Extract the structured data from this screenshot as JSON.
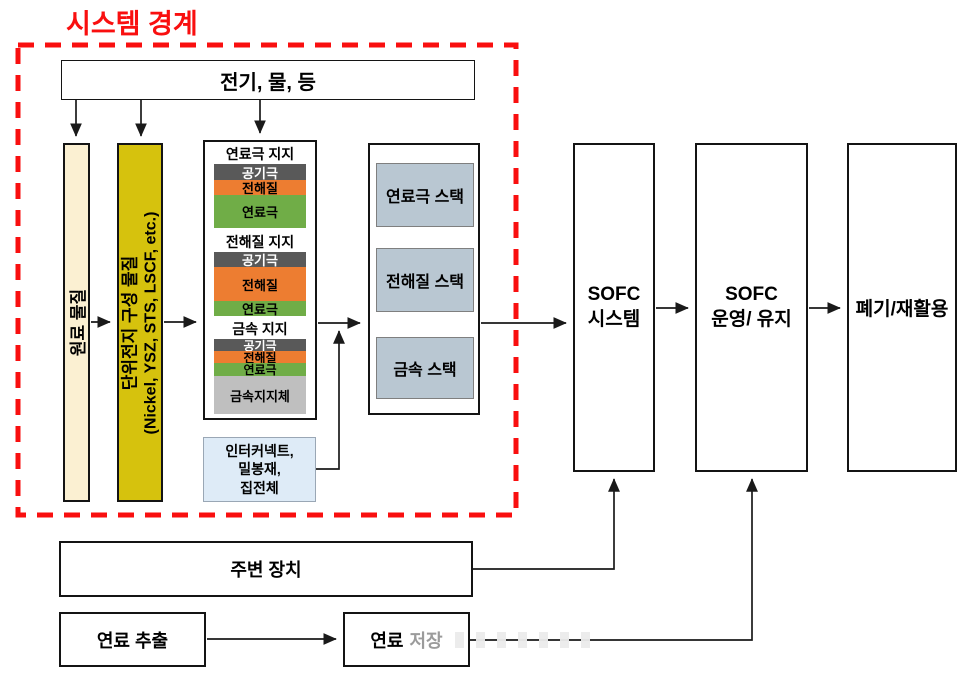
{
  "title": "시스템 경계",
  "colors": {
    "boundary_red": "#F90F0F",
    "raw_material_fill": "#FBF0D2",
    "unit_cell_fill": "#D6C20D",
    "air_electrode_fill": "#595959",
    "electrolyte_fill": "#ED7D31",
    "fuel_electrode_fill": "#70AD47",
    "metal_support_fill": "#BFBFBF",
    "stack_item_fill": "#B9C7D2",
    "interconnect_fill": "#DEEBF7"
  },
  "top_box": {
    "label": "전기, 물, 등"
  },
  "raw_material": {
    "label": "원료 물질"
  },
  "unit_cell": {
    "line1": "단위전지 구성 물질",
    "line2": "(Nickel, YSZ, STS, LSCF, etc.)"
  },
  "cell_box": {
    "sections": [
      {
        "title": "연료극 지지",
        "layers": [
          {
            "label": "공기극"
          },
          {
            "label": "전해질"
          },
          {
            "label": "연료극"
          }
        ]
      },
      {
        "title": "전해질 지지",
        "layers": [
          {
            "label": "공기극"
          },
          {
            "label": "전해질"
          },
          {
            "label": "연료극"
          }
        ]
      },
      {
        "title": "금속 지지",
        "layers": [
          {
            "label": "공기극"
          },
          {
            "label": "전해질"
          },
          {
            "label": "연료극"
          },
          {
            "label": "금속지지체"
          }
        ]
      }
    ]
  },
  "interconnect": {
    "line1": "인터커넥트,",
    "line2": "밀봉재,",
    "line3": "집전체"
  },
  "stacks": {
    "items": [
      {
        "label": "연료극 스택"
      },
      {
        "label": "전해질 스택"
      },
      {
        "label": "금속 스택"
      }
    ]
  },
  "sofc_system": {
    "line1": "SOFC",
    "line2": "시스템"
  },
  "sofc_operation": {
    "line1": "SOFC",
    "line2": "운영/ 유지"
  },
  "disposal": {
    "label": "폐기/재활용"
  },
  "peripheral": {
    "label": "주변 장치"
  },
  "fuel_extraction": {
    "label": "연료 추출"
  },
  "fuel_storage": {
    "word1": "연료",
    "word2": "저장"
  }
}
